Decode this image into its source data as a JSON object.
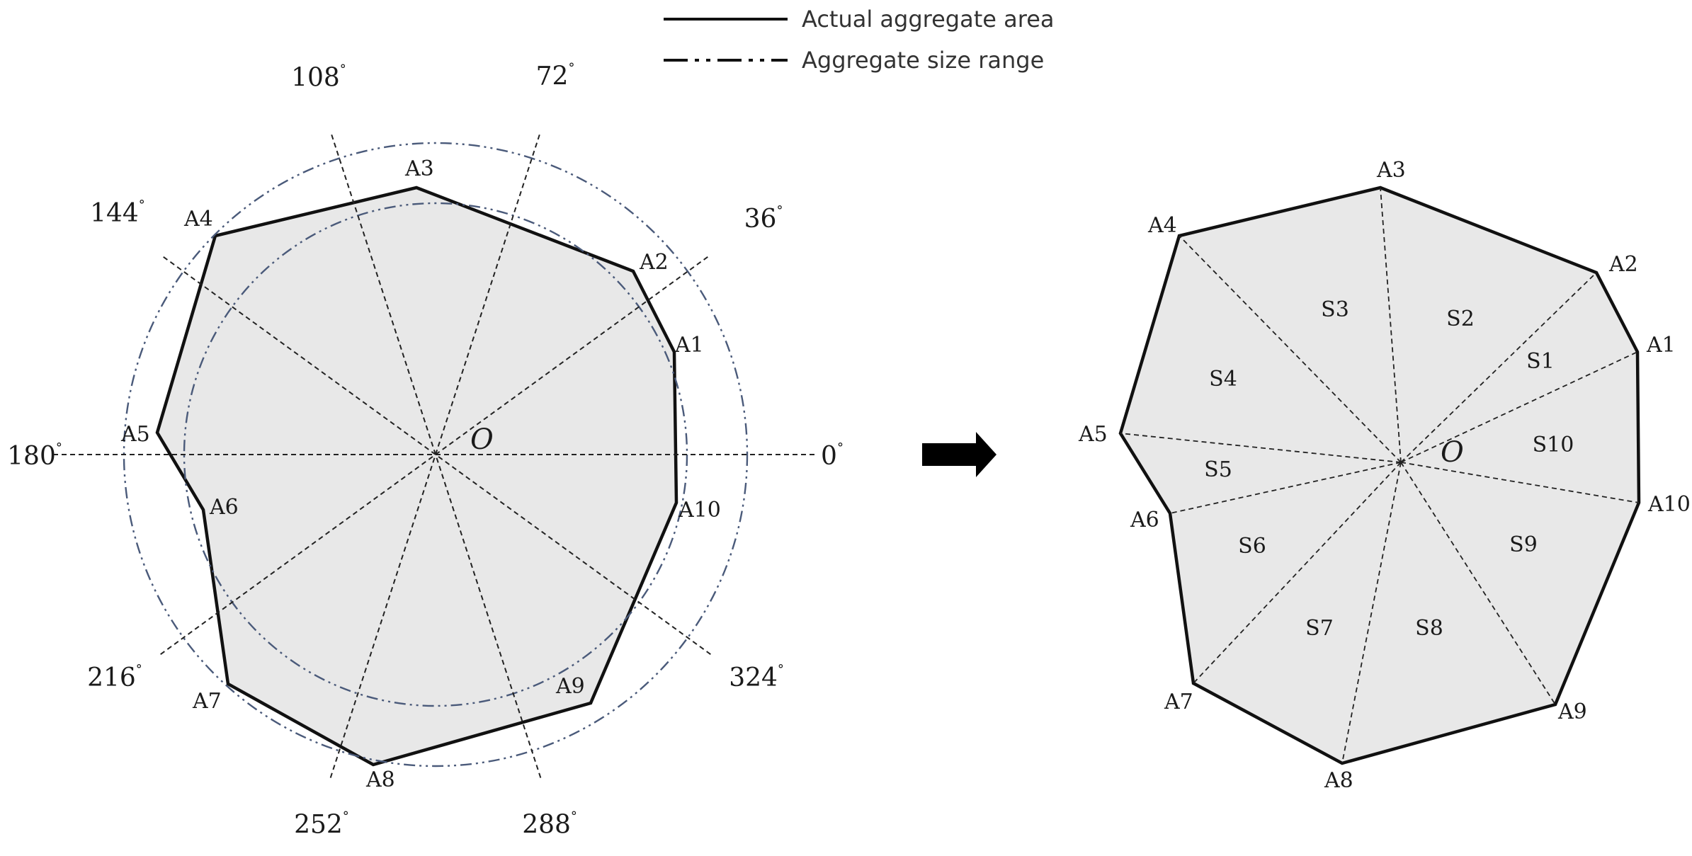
{
  "legend": {
    "solid_label": "Actual aggregate area",
    "dashdot_label": "Aggregate size range"
  },
  "left_diagram": {
    "center_label": "O",
    "angles": [
      {
        "label": "0",
        "deg": 0
      },
      {
        "label": "36",
        "deg": 36
      },
      {
        "label": "72",
        "deg": 72
      },
      {
        "label": "108",
        "deg": 108
      },
      {
        "label": "144",
        "deg": 144
      },
      {
        "label": "180",
        "deg": 180
      },
      {
        "label": "216",
        "deg": 216
      },
      {
        "label": "252",
        "deg": 252
      },
      {
        "label": "288",
        "deg": 288
      },
      {
        "label": "324",
        "deg": 324
      }
    ],
    "degree_symbol": "°",
    "vertices": [
      "A1",
      "A2",
      "A3",
      "A4",
      "A5",
      "A6",
      "A7",
      "A8",
      "A9",
      "A10"
    ]
  },
  "right_diagram": {
    "center_label": "O",
    "vertices": [
      "A1",
      "A2",
      "A3",
      "A4",
      "A5",
      "A6",
      "A7",
      "A8",
      "A9",
      "A10"
    ],
    "sectors": [
      "S1",
      "S2",
      "S3",
      "S4",
      "S5",
      "S6",
      "S7",
      "S8",
      "S9",
      "S10"
    ]
  },
  "colors": {
    "fill": "#e8e8e8",
    "outline": "#111111",
    "ring": "#4a5a7a",
    "arrow": "#000000"
  }
}
